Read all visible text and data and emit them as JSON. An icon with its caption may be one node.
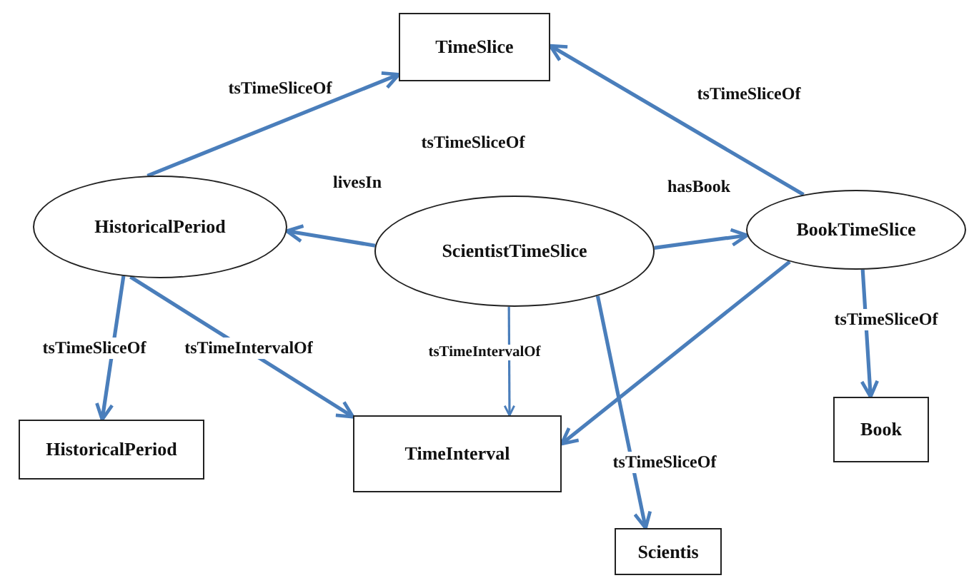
{
  "diagram": {
    "nodes": [
      {
        "text": [
          "TimeSlice"
        ]
      },
      {
        "text": [
          "HistoricalPeriod"
        ]
      },
      {
        "text": [
          "ScientistTimeSlice"
        ]
      },
      {
        "text": [
          "BookTimeSlice"
        ]
      },
      {
        "text": [
          "HistoricalPeriod"
        ]
      },
      {
        "text": [
          "TimeInterval"
        ]
      },
      {
        "text": [
          "Book"
        ]
      },
      {
        "text": [
          "Scientis"
        ]
      }
    ],
    "edges": [
      {
        "from": 1,
        "to": 0,
        "arrow": "to",
        "label": "tsTimeSliceOf"
      },
      {
        "from": 3,
        "to": 0,
        "arrow": "to",
        "label": "tsTimeSliceOf"
      },
      {
        "from": 2,
        "to": 1,
        "arrow": "to",
        "label": "livesIn"
      },
      {
        "from": 2,
        "to": 3,
        "arrow": "to",
        "label": "hasBook"
      },
      {
        "from": 1,
        "to": 4,
        "arrow": "to",
        "label": "tsTimeSliceOf"
      },
      {
        "from": 1,
        "to": 5,
        "arrow": "to",
        "label": "tsTimeIntervalOf"
      },
      {
        "from": 2,
        "to": 5,
        "arrow": "to",
        "label": "tsTimeIntervalOf"
      },
      {
        "from": 2,
        "to": 7,
        "arrow": "to",
        "label": "tsTimeSliceOf"
      },
      {
        "from": 3,
        "to": 6,
        "arrow": "to",
        "label": "tsTimeSliceOf"
      },
      {
        "from": 3,
        "to": 5,
        "arrow": "to"
      }
    ],
    "labels": [
      "tsTimeSliceOf"
    ]
  }
}
